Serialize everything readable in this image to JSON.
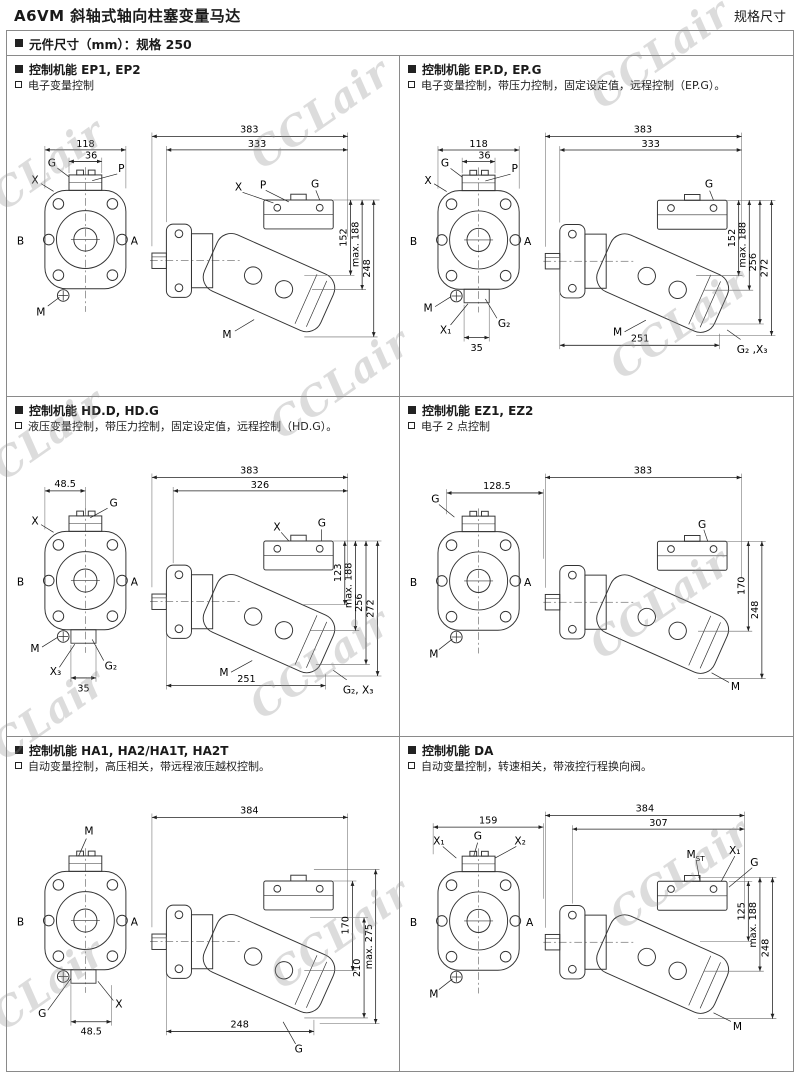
{
  "header": {
    "title_left": "A6VM 斜轴式轴向柱塞变量马达",
    "title_right": "规格尺寸"
  },
  "section_title": "元件尺寸（mm）：规格 250",
  "watermark": "CCLair",
  "panels": [
    {
      "heading": "控制机能 EP1, EP2",
      "subheading": "电子变量控制",
      "front": {
        "dim_top1": "118",
        "dim_top2": "36",
        "label_g": "G",
        "label_x": "X",
        "label_p": "P",
        "label_b": "B",
        "label_a": "A",
        "label_m": "M"
      },
      "side": {
        "dim_top1": "383",
        "dim_top2": "333",
        "dim_r1": "152",
        "dim_r2": "max. 188",
        "dim_r3": "248",
        "label_x": "X",
        "label_p": "P",
        "label_g": "G",
        "label_m": "M"
      }
    },
    {
      "heading": "控制机能 EP.D, EP.G",
      "subheading": "电子变量控制，带压力控制，固定设定值，远程控制（EP.G）。",
      "front": {
        "dim_top1": "118",
        "dim_top2": "36",
        "dim_bottom": "35",
        "label_g": "G",
        "label_x": "X",
        "label_p": "P",
        "label_b": "B",
        "label_a": "A",
        "label_m": "M",
        "label_x1": "X₁",
        "label_g2": "G₂"
      },
      "side": {
        "dim_top1": "383",
        "dim_top2": "333",
        "dim_r1": "152",
        "dim_r2": "max. 188",
        "dim_r3": "256",
        "dim_r4": "272",
        "dim_bottom": "251",
        "label_g": "G",
        "label_m": "M",
        "label_g2x3": "G₂ ,X₃"
      }
    },
    {
      "heading": "控制机能 HD.D, HD.G",
      "subheading": "液压变量控制，带压力控制，固定设定值，远程控制（HD.G）。",
      "front": {
        "dim_top1": "48.5",
        "dim_bottom": "35",
        "label_g": "G",
        "label_x": "X",
        "label_b": "B",
        "label_a": "A",
        "label_m": "M",
        "label_g2": "G₂",
        "label_x3": "X₃"
      },
      "side": {
        "dim_top1": "383",
        "dim_top2": "326",
        "dim_r1": "123",
        "dim_r2": "max. 188",
        "dim_r3": "256",
        "dim_r4": "272",
        "dim_bottom": "251",
        "label_x": "X",
        "label_g": "G",
        "label_m": "M",
        "label_g2x3": "G₂, X₃"
      }
    },
    {
      "heading": "控制机能 EZ1, EZ2",
      "subheading": "电子 2 点控制",
      "front": {
        "dim_top1": "128.5",
        "label_g": "G",
        "label_b": "B",
        "label_a": "A",
        "label_m": "M"
      },
      "side": {
        "dim_top1": "383",
        "dim_r1": "170",
        "dim_r2": "248",
        "label_g": "G",
        "label_m": "M"
      }
    },
    {
      "heading": "控制机能 HA1, HA2/HA1T, HA2T",
      "subheading": "自动变量控制，高压相关，带远程液压越权控制。",
      "front": {
        "dim_bottom": "48.5",
        "label_m": "M",
        "label_b": "B",
        "label_a": "A",
        "label_x": "X",
        "label_g": "G"
      },
      "side": {
        "dim_top1": "384",
        "dim_r1": "170",
        "dim_r2": "210",
        "dim_r3": "max. 275",
        "dim_bottom": "248",
        "label_g": "G"
      }
    },
    {
      "heading": "控制机能 DA",
      "subheading": "自动变量控制，转速相关，带液控行程换向阀。",
      "front": {
        "dim_top1": "159",
        "label_x1": "X₁",
        "label_g": "G",
        "label_x2": "X₂",
        "label_b": "B",
        "label_a": "A",
        "label_m": "M"
      },
      "side": {
        "dim_top1": "384",
        "dim_top2": "307",
        "dim_r1": "125",
        "dim_r2": "max. 188",
        "dim_r3": "248",
        "label_mst_base": "M",
        "label_mst_sub": "ST",
        "label_x1": "X₁",
        "label_g": "G",
        "label_m": "M"
      }
    }
  ]
}
